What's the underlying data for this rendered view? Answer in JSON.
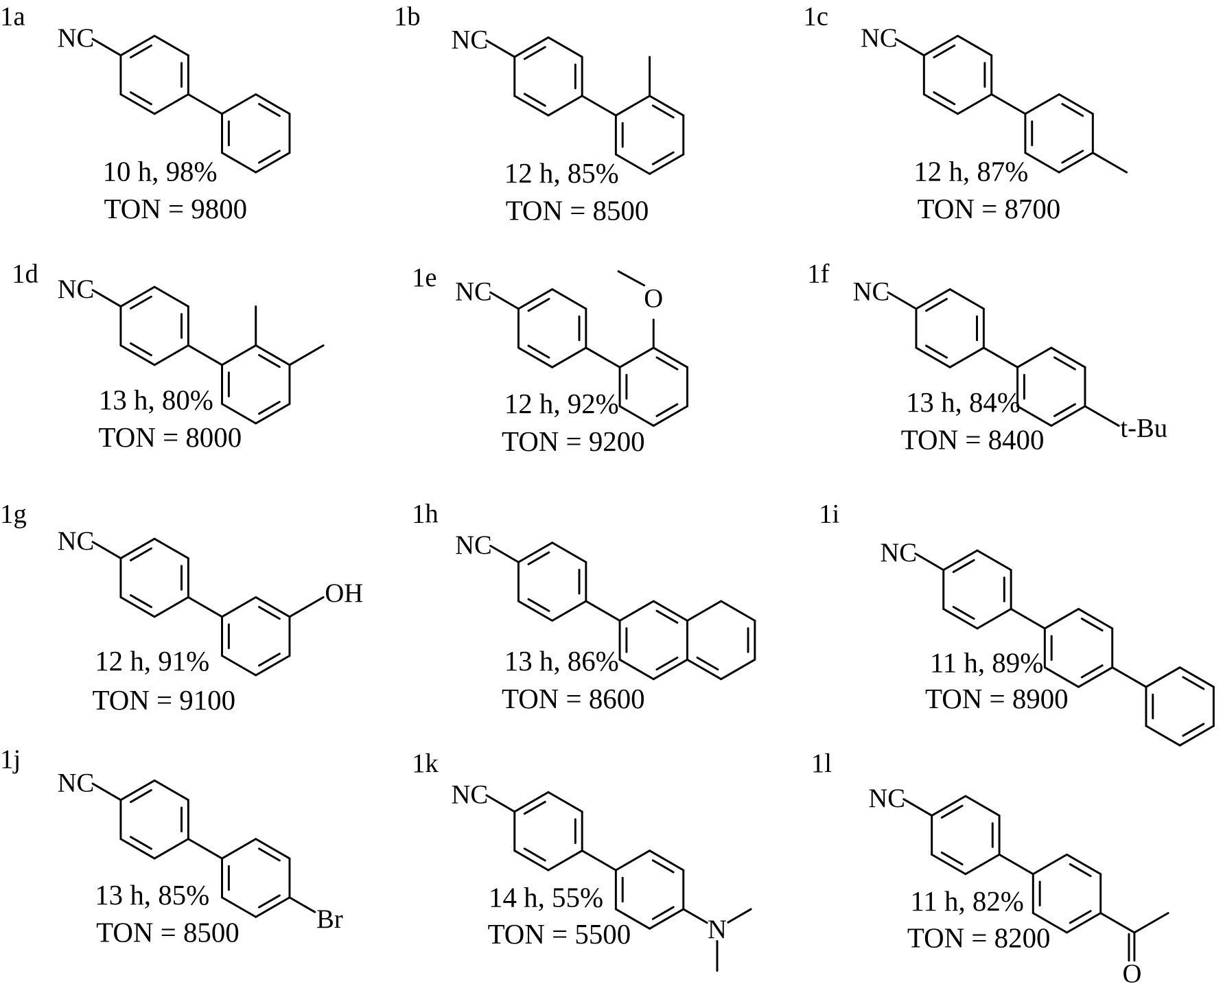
{
  "figure": {
    "compounds": [
      {
        "id": "1a",
        "time_yield": "10 h, 98%",
        "ton": "TON = 9800",
        "group": "NC",
        "substituents": []
      },
      {
        "id": "1b",
        "time_yield": "12 h, 85%",
        "ton": "TON = 8500",
        "group": "NC",
        "substituents": []
      },
      {
        "id": "1c",
        "time_yield": "12 h, 87%",
        "ton": "TON = 8700",
        "group": "NC",
        "substituents": []
      },
      {
        "id": "1d",
        "time_yield": "13 h, 80%",
        "ton": "TON = 8000",
        "group": "NC",
        "substituents": []
      },
      {
        "id": "1e",
        "time_yield": "12 h, 92%",
        "ton": "TON = 9200",
        "group": "NC",
        "substituents": [
          "O"
        ]
      },
      {
        "id": "1f",
        "time_yield": "13 h, 84%",
        "ton": "TON = 8400",
        "group": "NC",
        "substituents": [
          "t-Bu"
        ]
      },
      {
        "id": "1g",
        "time_yield": "12 h, 91%",
        "ton": "TON = 9100",
        "group": "NC",
        "substituents": [
          "OH"
        ]
      },
      {
        "id": "1h",
        "time_yield": "13 h, 86%",
        "ton": "TON = 8600",
        "group": "NC",
        "substituents": []
      },
      {
        "id": "1i",
        "time_yield": "11 h, 89%",
        "ton": "TON = 8900",
        "group": "NC",
        "substituents": []
      },
      {
        "id": "1j",
        "time_yield": "13 h, 85%",
        "ton": "TON = 8500",
        "group": "NC",
        "substituents": [
          "Br"
        ]
      },
      {
        "id": "1k",
        "time_yield": "14 h, 55%",
        "ton": "TON = 5500",
        "group": "NC",
        "substituents": [
          "N"
        ]
      },
      {
        "id": "1l",
        "time_yield": "11 h, 82%",
        "ton": "TON = 8200",
        "group": "NC",
        "substituents": [
          "O"
        ]
      }
    ]
  }
}
